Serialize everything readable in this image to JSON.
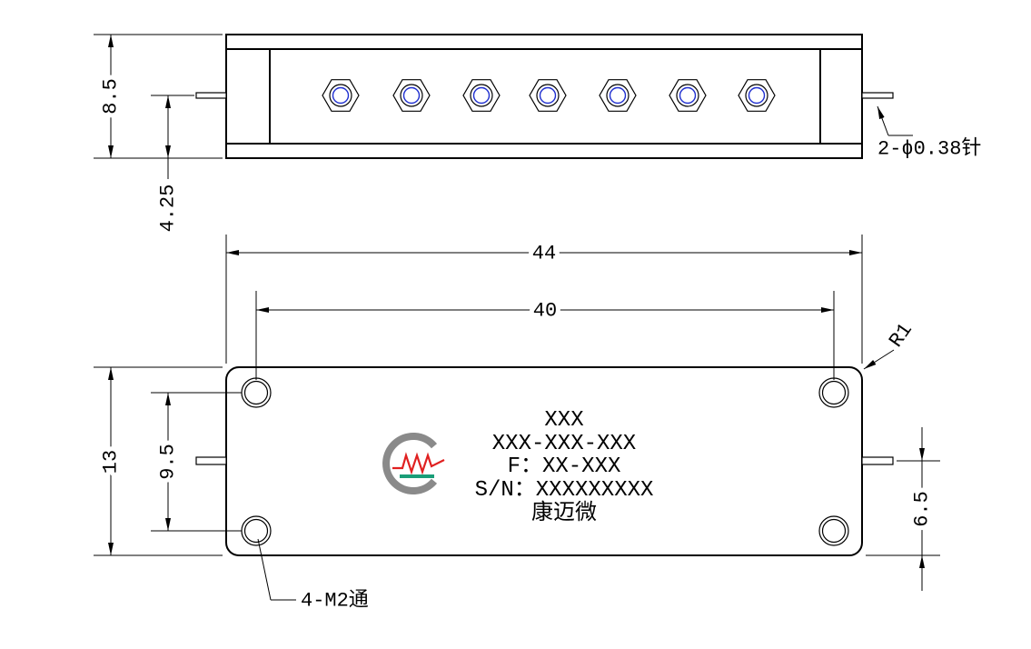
{
  "side_view": {
    "dimensions": {
      "height": "8.5",
      "pin_offset": "4.25"
    },
    "pin_callout": "2-ϕ0.38针"
  },
  "top_view": {
    "dimensions": {
      "overall_length": "44",
      "hole_spacing_x": "40",
      "corner_radius": "R1",
      "overall_width": "13",
      "hole_spacing_y": "9.5",
      "pin_offset": "6.5"
    },
    "hole_callout": "4-M2通",
    "label": {
      "line1": "XXX",
      "line2": "XXX-XXX-XXX",
      "line3": "F：XX-XXX",
      "line4": "S/N：XXXXXXXXX",
      "line5": "康迈微"
    }
  },
  "colors": {
    "line": "#000000",
    "connector_bore": "#1f2fd0",
    "logo_gray": "#8a8a8a",
    "logo_red": "#e02020",
    "logo_green": "#1a9e78"
  }
}
